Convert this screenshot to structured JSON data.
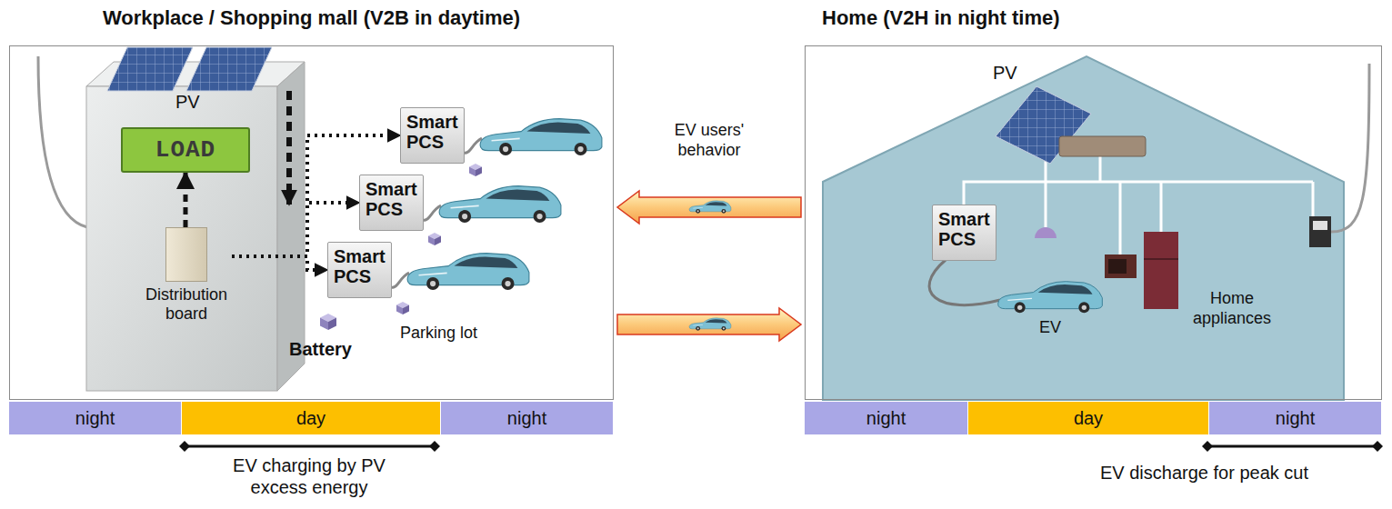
{
  "diagram": {
    "nodes": [
      {
        "text": [
          "Workplace / Shopping mall (V2B in daytime)"
        ]
      },
      {
        "text": [
          "LOAD"
        ],
        "in": 0
      },
      {
        "text": [
          "Smart PCS"
        ],
        "in": 0
      },
      {
        "text": [
          "Smart PCS"
        ],
        "in": 0
      },
      {
        "text": [
          "Smart PCS"
        ],
        "in": 0
      },
      {
        "text": [
          "Distribution board"
        ],
        "in": 0
      },
      {
        "text": [
          "Home (V2H in night time)"
        ]
      },
      {
        "text": [
          "Smart PCS"
        ],
        "in": 6
      },
      {
        "text": [
          "night"
        ]
      },
      {
        "text": [
          "day"
        ]
      },
      {
        "text": [
          "night"
        ]
      },
      {
        "text": [
          "night"
        ]
      },
      {
        "text": [
          "day"
        ]
      },
      {
        "text": [
          "night"
        ]
      }
    ],
    "edges": [
      {
        "from": 5,
        "to": 1,
        "arrow": "to"
      },
      {
        "from": 5,
        "to": 2,
        "arrow": "to"
      },
      {
        "from": 5,
        "to": 3,
        "arrow": "to"
      },
      {
        "from": 5,
        "to": 4,
        "arrow": "to"
      },
      {
        "from": 6,
        "to": 0,
        "label": "EV users' behavior",
        "arrow": "to"
      },
      {
        "from": 0,
        "to": 6,
        "arrow": "to"
      }
    ],
    "labels": [
      "PV",
      "Battery",
      "Parking lot",
      "EV charging by PV excess energy",
      "PV",
      "EV",
      "Home appliances",
      "EV discharge for peak cut"
    ]
  }
}
